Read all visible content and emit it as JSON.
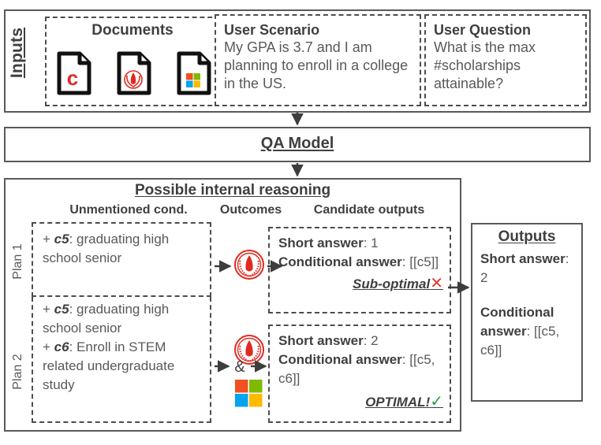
{
  "inputs": {
    "section_label": "Inputs",
    "documents": {
      "title": "Documents",
      "icons": [
        "coursera-document-icon",
        "university-seal-document-icon",
        "microsoft-document-icon"
      ]
    },
    "user_scenario": {
      "title": "User Scenario",
      "body": "My GPA is 3.7 and I am planning to enroll in a college in the US."
    },
    "user_question": {
      "title": "User Question",
      "body": "What is the max #scholarships attainable?"
    }
  },
  "qa_model": {
    "label": "QA Model"
  },
  "reasoning": {
    "title": "Possible internal reasoning",
    "column_headers": {
      "conditions": "Unmentioned cond.",
      "outcomes": "Outcomes",
      "candidates": "Candidate outputs"
    },
    "plans": [
      {
        "label": "Plan 1",
        "conditions": [
          {
            "prefix": "+ ",
            "var": "c5",
            "sep": ": ",
            "text": "graduating high school senior"
          }
        ],
        "outcome_icons": [
          "university-seal-icon"
        ],
        "candidate": {
          "short_answer_label": "Short answer",
          "short_answer_value": ": 1",
          "conditional_answer_label": "Conditional answer",
          "conditional_answer_value": ": [[c5]]",
          "verdict": "Sub-optimal",
          "verdict_mark": "✕"
        }
      },
      {
        "label": "Plan 2",
        "conditions": [
          {
            "prefix": "+ ",
            "var": "c5",
            "sep": ": ",
            "text": "graduating high school senior"
          },
          {
            "prefix": "+ ",
            "var": "c6",
            "sep": ": ",
            "text": "Enroll in STEM related undergraduate study"
          }
        ],
        "outcome_icons": [
          "university-seal-icon",
          "microsoft-icon"
        ],
        "outcome_conjunction": "&",
        "candidate": {
          "short_answer_label": "Short answer",
          "short_answer_value": ": 2",
          "conditional_answer_label": "Conditional answer",
          "conditional_answer_value": ": [[c5, c6]]",
          "verdict": "OPTIMAL!",
          "verdict_mark": "✓"
        }
      }
    ]
  },
  "outputs": {
    "title": "Outputs",
    "short_answer_label": "Short answer",
    "short_answer_value": ": 2",
    "conditional_answer_label": "Conditional answer",
    "conditional_answer_value": ": [[c5, c6]]"
  },
  "colors": {
    "accent_red": "#E02A21",
    "check_green": "#21A341",
    "cross_red": "#E03A2F",
    "box_border": "#595959",
    "text_dark": "#3F3F3F",
    "text_grey": "#595959",
    "ms_red": "#F25022",
    "ms_green": "#7FBA00",
    "ms_blue": "#00A4EF",
    "ms_yellow": "#FFB900"
  }
}
